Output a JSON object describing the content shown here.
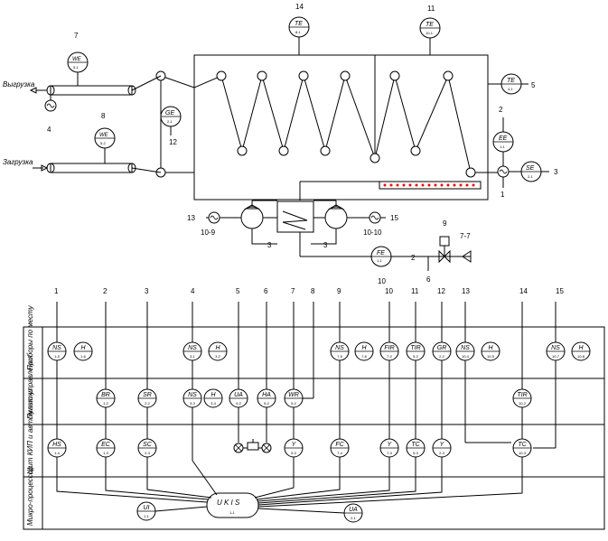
{
  "process": {
    "unload_label": "Выгрузка",
    "load_label": "Загрузка"
  },
  "top_instruments": [
    {
      "id": "we1",
      "code": "WE",
      "sub": "5-1",
      "num": "7"
    },
    {
      "id": "we2",
      "code": "WE",
      "sub": "5-2",
      "num": "8"
    },
    {
      "id": "te14",
      "code": "TE",
      "sub": "8-1",
      "num": "14"
    },
    {
      "id": "te11",
      "code": "TE",
      "sub": "10-1",
      "num": "11"
    },
    {
      "id": "te5",
      "code": "TE",
      "sub": "4-1",
      "num": "5"
    },
    {
      "id": "ge",
      "code": "GE",
      "sub": "2-1",
      "num": "12"
    },
    {
      "id": "ee",
      "code": "EE",
      "sub": "1-1",
      "num": "2"
    },
    {
      "id": "se",
      "code": "SE",
      "sub": "2-1",
      "num": "3"
    },
    {
      "id": "fe",
      "code": "FE",
      "sub": "1-1",
      "num": "10"
    }
  ],
  "misc_labels": {
    "motor_4": "4",
    "motor_1": "1",
    "motor_13": "13",
    "motor_15": "15",
    "pump_left": "10-9",
    "pump_right": "10-10",
    "line_3a": "3",
    "line_3b": "3",
    "valve_num": "9",
    "valve_tag": "7-7",
    "fe_line_2": "2",
    "fe_line_6": "6"
  },
  "column_numbers": [
    "1",
    "2",
    "3",
    "4",
    "5",
    "6",
    "7",
    "8",
    "9",
    "10",
    "11",
    "12",
    "13",
    "14",
    "15"
  ],
  "row_headers": [
    "Приборы по месту",
    "Пульт управления",
    "Щит КИП и автоматики",
    "Микро-процессор"
  ],
  "row1_instruments": [
    {
      "code": "NS",
      "sub": "1-5"
    },
    {
      "code": "H",
      "sub": "1-6"
    },
    {
      "code": "NS",
      "sub": "3-1"
    },
    {
      "code": "H",
      "sub": "3-2"
    },
    {
      "code": "NS",
      "sub": "7-5"
    },
    {
      "code": "H",
      "sub": "7-6"
    },
    {
      "code": "FIR",
      "sub": "7-2"
    },
    {
      "code": "TIR",
      "sub": "5-2"
    },
    {
      "code": "GR",
      "sub": "2-2"
    },
    {
      "code": "NS",
      "sub": "10-4"
    },
    {
      "code": "H",
      "sub": "10-5"
    },
    {
      "code": "NS",
      "sub": "10-7"
    },
    {
      "code": "H",
      "sub": "10-8"
    }
  ],
  "row2_instruments": [
    {
      "code": "BR",
      "sub": "1-2"
    },
    {
      "code": "SR",
      "sub": "2-2"
    },
    {
      "code": "NS",
      "sub": "3-3"
    },
    {
      "code": "H",
      "sub": "3-4"
    },
    {
      "code": "UA",
      "sub": "4-2"
    },
    {
      "code": "HA",
      "sub": "5-2"
    },
    {
      "code": "WR",
      "sub": "5-2"
    },
    {
      "code": "TIR",
      "sub": "10-2"
    }
  ],
  "row3_instruments": [
    {
      "code": "HS",
      "sub": "1-4"
    },
    {
      "code": "EC",
      "sub": "1-3"
    },
    {
      "code": "SC",
      "sub": "2-3"
    },
    {
      "code": "Y",
      "sub": "5-3"
    },
    {
      "code": "FC",
      "sub": "7-4"
    },
    {
      "code": "Y",
      "sub": "7-3"
    },
    {
      "code": "TC",
      "sub": "5-3"
    },
    {
      "code": "Y",
      "sub": "2-3"
    },
    {
      "code": "TC",
      "sub": "10-3"
    }
  ],
  "microprocessor": {
    "code": "U K I S",
    "sub": "1-1"
  },
  "mp_small": [
    {
      "code": "UI",
      "sub": "1-1"
    },
    {
      "code": "UA",
      "sub": "2-1"
    }
  ]
}
